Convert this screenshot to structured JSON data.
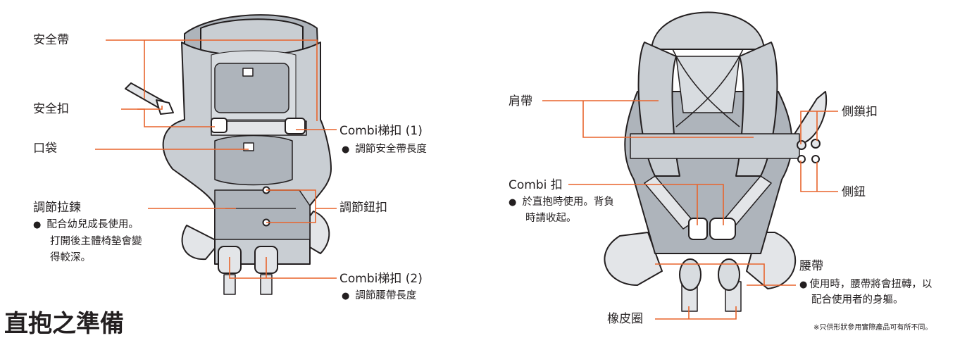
{
  "front": {
    "labels": {
      "safety_belt": "安全帶",
      "safety_buckle": "安全扣",
      "pocket": "口袋",
      "zipper": "調節拉鍊",
      "snap_buttons": "調節鈕扣",
      "combi_buckle_1": "Combi梯扣 (1)",
      "combi_buckle_2": "Combi梯扣 (2)"
    },
    "notes": {
      "zipper_1": "配合幼兒成長使用。",
      "zipper_2": "打開後主體椅墊會變",
      "zipper_3": "得較深。",
      "combi_buckle_1": "調節安全帶長度",
      "combi_buckle_2": "調節腰帶長度"
    }
  },
  "back": {
    "labels": {
      "shoulder_strap": "肩帶",
      "side_lock": "側鎖扣",
      "side_button": "側鈕",
      "combi_buckle": "Combi 扣",
      "waist_belt": "腰帶",
      "rubber_ring": "橡皮圈"
    },
    "notes": {
      "combi_buckle_1": "於直抱時使用。背負",
      "combi_buckle_2": "時請收起。",
      "waist_belt_1": "使用時，腰帶將會扭轉，以",
      "waist_belt_2": "配合使用者的身軀。"
    }
  },
  "heading": "直抱之準備",
  "footnote": "※只供形狀參用實際產品可有所不同。",
  "colors": {
    "leader_line": "#e8642c",
    "body_fill": "#c9ced3",
    "strap_fill": "#e3e5e8",
    "outline": "#231f20"
  }
}
